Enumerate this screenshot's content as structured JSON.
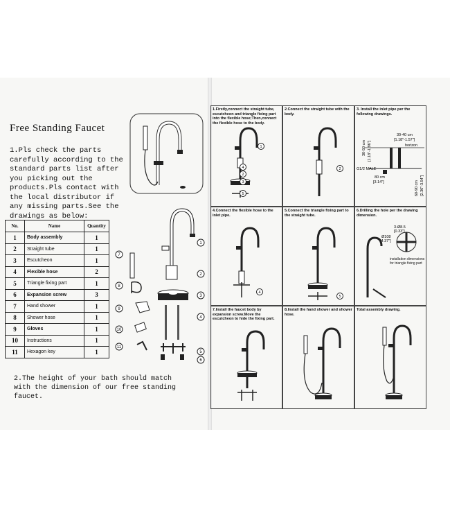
{
  "doc": {
    "title": "Free Standing Faucet",
    "intro": "1.Pls check the parts carefully according to the standard parts list after you picking out the products.Pls contact with the local distributor if any missing parts.See the drawings as below:",
    "note2": "2.The height of your bath should match with the dimension of our free standing faucet."
  },
  "table": {
    "headers": [
      "No.",
      "Name",
      "Quantity"
    ],
    "rows": [
      {
        "no": "1",
        "name": "Body assembly",
        "qty": "1"
      },
      {
        "no": "2",
        "name": "Straight tube",
        "qty": "1"
      },
      {
        "no": "3",
        "name": "Escutcheon",
        "qty": "1"
      },
      {
        "no": "4",
        "name": "Flexible hose",
        "qty": "2"
      },
      {
        "no": "5",
        "name": "Triangle fixing part",
        "qty": "1"
      },
      {
        "no": "6",
        "name": "Expansion screw",
        "qty": "3"
      },
      {
        "no": "7",
        "name": "Hand shower",
        "qty": "1"
      },
      {
        "no": "8",
        "name": "Shower hose",
        "qty": "1"
      },
      {
        "no": "9",
        "name": "Gloves",
        "qty": "1"
      },
      {
        "no": "10",
        "name": "Instructions",
        "qty": "1"
      },
      {
        "no": "11",
        "name": "Hexagon key",
        "qty": "1"
      }
    ]
  },
  "parts_callouts": [
    "1",
    "2",
    "3",
    "4",
    "5",
    "6",
    "7",
    "8",
    "9",
    "10",
    "11"
  ],
  "steps": [
    {
      "caption": "1.Firstly,connect the straight tube, escutcheon and triangle fixing part into the flexible hose;Then,connect the flexible hose to the body.",
      "callouts": [
        "1",
        "4",
        "2",
        "3",
        "5"
      ]
    },
    {
      "caption": "2.Connect the straight tube with the body.",
      "callouts": [
        "2"
      ]
    },
    {
      "caption": "3. Install the inlet pipe per the following drawings.",
      "dims": [
        "30-40 cm",
        "[1.18\"-1.57\"]",
        "horizon",
        "30-50 cm",
        "[1.18\"-1.96\"]",
        "60-90 cm",
        "[2.36\"-3.54\"]",
        "80 cm",
        "[3.14\"]",
        "G1/2 MALE"
      ]
    },
    {
      "caption": "4.Connect the flexible hose to the inlet pipe.",
      "callouts": [
        "4"
      ]
    },
    {
      "caption": "5.Connect the triangle fixing part to the straight tube.",
      "callouts": [
        "5"
      ]
    },
    {
      "caption": "6.Drilling the hole per the drawing dimension.",
      "dims": [
        "3-Ø8.5",
        "[0.33\"]",
        "Ø108",
        "[4.37\"]"
      ],
      "note": "installation dimensions for triangle fixing part"
    },
    {
      "caption": "7.Install the faucet body by expansion screw.Move the escutcheon to hide the fixing part.",
      "callouts": []
    },
    {
      "caption": "8.Install the hand shower and shower hose.",
      "callouts": []
    },
    {
      "caption": "Total assembly drawing.",
      "callouts": []
    }
  ]
}
